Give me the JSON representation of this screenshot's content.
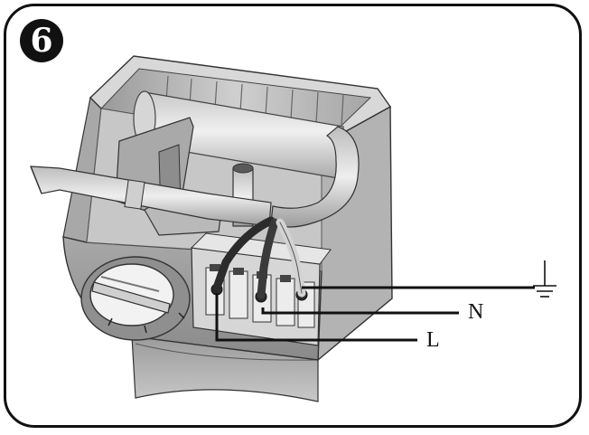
{
  "step": {
    "number": "6"
  },
  "callouts": {
    "earth_symbol": "earth-ground",
    "neutral": "N",
    "live": "L"
  },
  "colors": {
    "outline": "#111111",
    "housing_light": "#d9d9d9",
    "housing_mid": "#b5b5b5",
    "housing_dark": "#7d7d7d"
  }
}
